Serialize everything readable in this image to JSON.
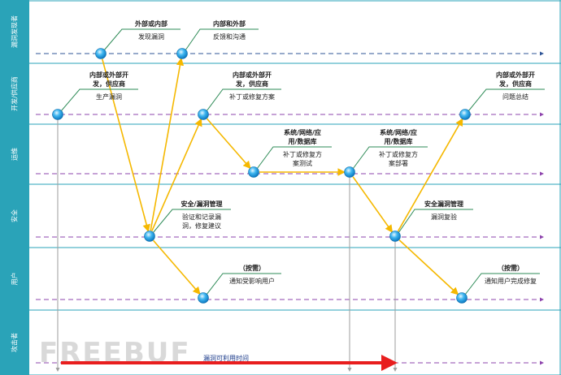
{
  "colors": {
    "lane_bar": "#2aa3b8",
    "lane_border": "#2aa3b8",
    "dashed_arrow": "#2f5597",
    "purple_dash": "#8e44ad",
    "flow_arrow": "#f5b800",
    "highlight_arrow": "#e81e1e",
    "node": "#1ea0e6",
    "callout_line": "#2e8b57",
    "grey_line": "#9e9e9e"
  },
  "lanes": [
    {
      "id": "finder",
      "label": "漏洞发现者"
    },
    {
      "id": "dev",
      "label": "开发/供应商"
    },
    {
      "id": "ops",
      "label": "运维"
    },
    {
      "id": "sec",
      "label": "安全"
    },
    {
      "id": "user",
      "label": "用户"
    },
    {
      "id": "attacker",
      "label": "攻击者"
    }
  ],
  "nodes": [
    {
      "id": "n1",
      "role": [
        "外部或内部"
      ],
      "action": [
        "发现漏洞"
      ]
    },
    {
      "id": "n2",
      "role": [
        "内部和外部"
      ],
      "action": [
        "反馈和沟通"
      ]
    },
    {
      "id": "n3",
      "role": [
        "内部或外部开",
        "发，供应商"
      ],
      "action": [
        "生产漏洞"
      ]
    },
    {
      "id": "n4",
      "role": [
        "内部或外部开",
        "发，供应商"
      ],
      "action": [
        "补丁或修复方案"
      ]
    },
    {
      "id": "n5",
      "role": [
        "内部或外部开",
        "发，供应商"
      ],
      "action": [
        "问题总结"
      ]
    },
    {
      "id": "n6",
      "role": [
        "系统/网络/应",
        "用/数据库"
      ],
      "action": [
        "补丁或修复方",
        "案测试"
      ]
    },
    {
      "id": "n7",
      "role": [
        "系统/网络/应",
        "用/数据库"
      ],
      "action": [
        "补丁或修复方",
        "案部署"
      ]
    },
    {
      "id": "n8",
      "role": [
        "安全/漏洞管理"
      ],
      "action": [
        "验证和记录漏",
        "洞，修复建议"
      ]
    },
    {
      "id": "n9",
      "role": [
        "安全漏洞管理"
      ],
      "action": [
        "漏洞复验"
      ]
    },
    {
      "id": "n10",
      "role": [
        "（按需）"
      ],
      "action": [
        "通知受影响用户"
      ]
    },
    {
      "id": "n11",
      "role": [
        "（按需）"
      ],
      "action": [
        "通知用户完成修复"
      ]
    }
  ],
  "window_label": "漏洞可利用时间",
  "watermark": "FREEBUF"
}
